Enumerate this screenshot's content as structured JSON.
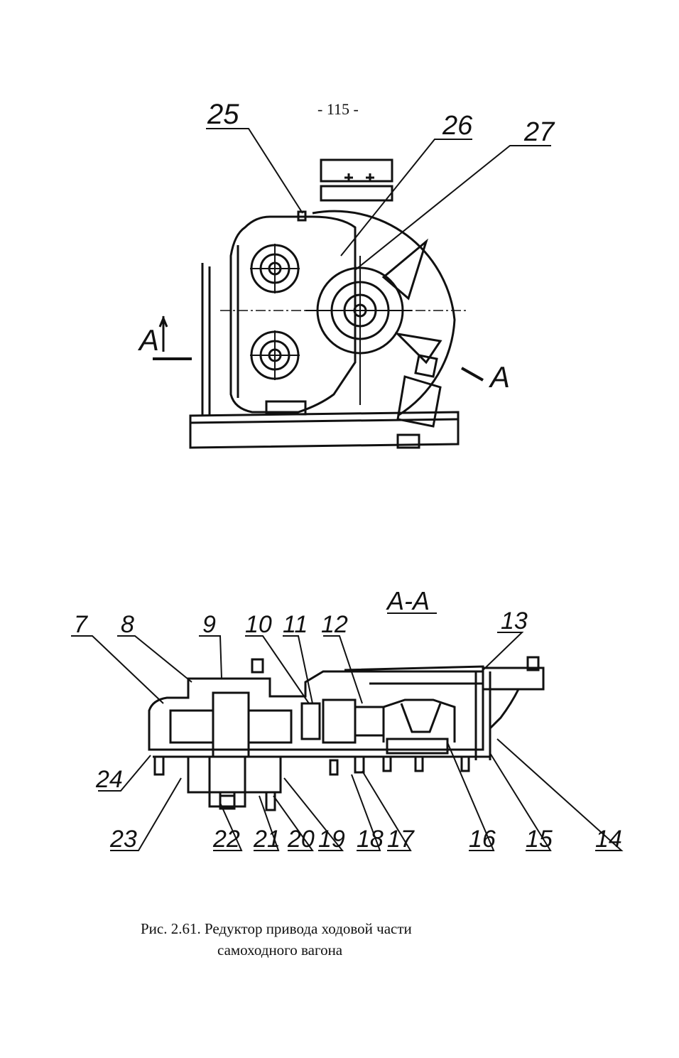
{
  "page_number": "- 115 -",
  "top_view": {
    "callouts": [
      "25",
      "26",
      "27"
    ],
    "section_mark_left": "A",
    "section_mark_right": "A"
  },
  "section_view": {
    "title": "A-A",
    "callouts_top": [
      "7",
      "8",
      "9",
      "10",
      "11",
      "12",
      "13"
    ],
    "callouts_bottom": [
      "24",
      "23",
      "22",
      "21",
      "20",
      "19",
      "18",
      "17",
      "16",
      "15",
      "14"
    ]
  },
  "caption": {
    "line1": "Рис. 2.61. Редуктор привода ходовой части",
    "line2": "самоходного вагона"
  }
}
